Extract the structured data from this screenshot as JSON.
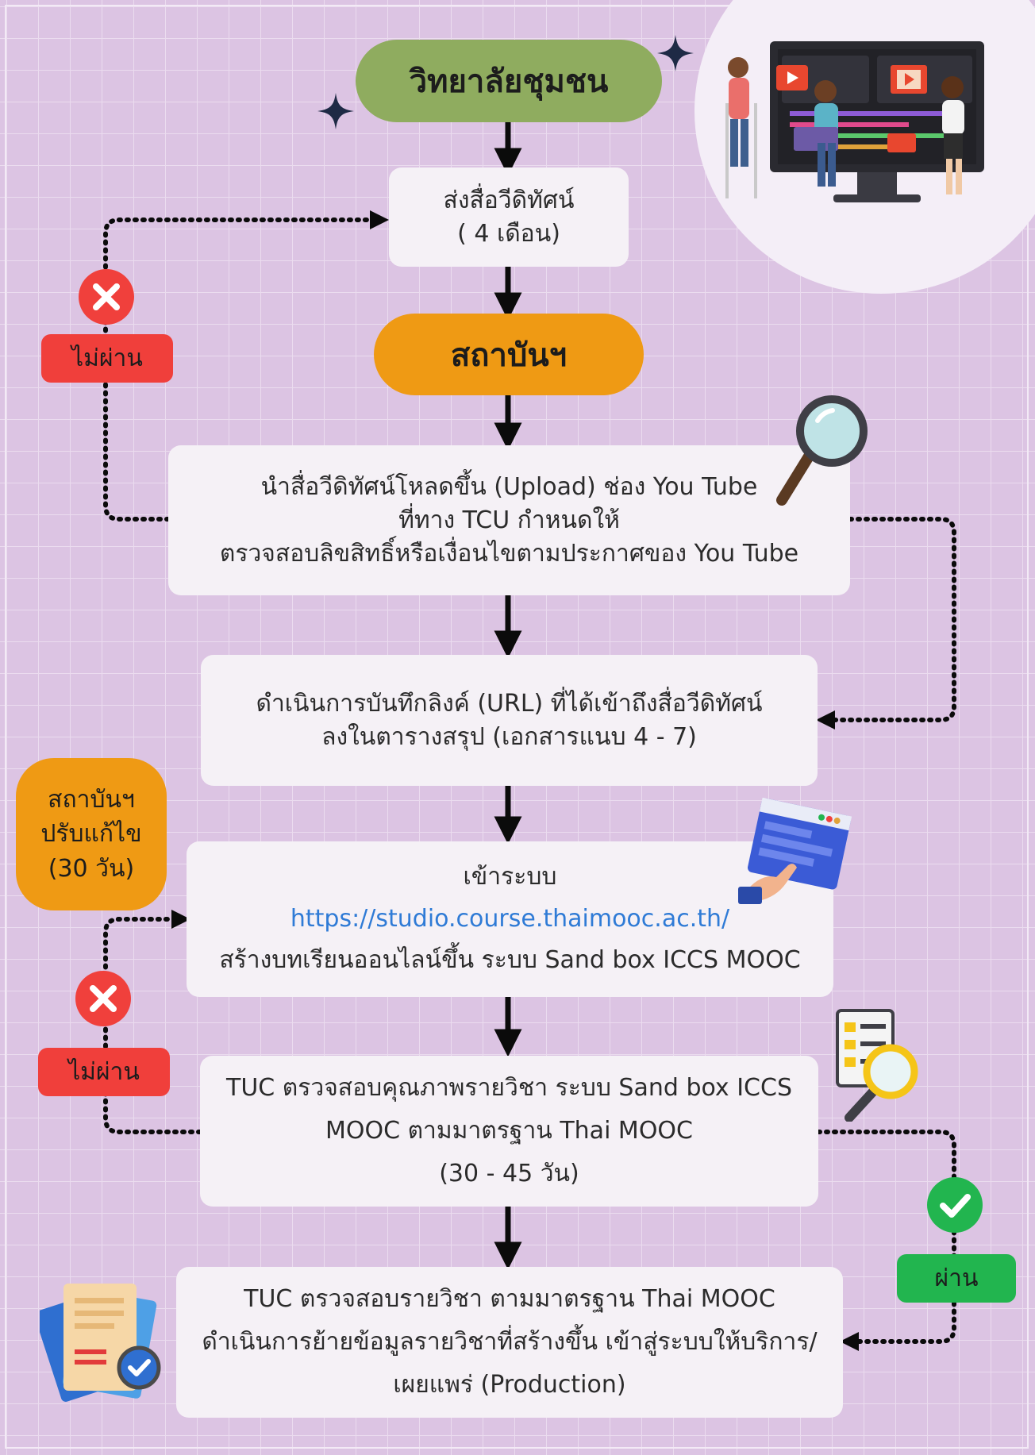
{
  "colors": {
    "background": "#dcc4e3",
    "green_pill": "#8fac5f",
    "orange_pill": "#ef9a14",
    "fail_tag": "#f03f3b",
    "pass_tag": "#22b54f",
    "box": "#f5f1f6",
    "link": "#2f7bd6"
  },
  "nodes": {
    "college": "วิทยาลัยชุมชน",
    "send_video": {
      "line1": "ส่งสื่อวีดิทัศน์",
      "line2": "( 4 เดือน)"
    },
    "institute": "สถาบันฯ",
    "upload": {
      "line1": "นำสื่อวีดิทัศน์โหลดขึ้น (Upload) ช่อง You Tube",
      "line2": "ที่ทาง TCU กำหนดให้",
      "line3": "ตรวจสอบลิขสิทธิ์หรือเงื่อนไขตามประกาศของ You Tube"
    },
    "record_url": {
      "line1": "ดำเนินการบันทึกลิงค์ (URL) ที่ได้เข้าถึงสื่อวีดิทัศน์",
      "line2": "ลงในตารางสรุป (เอกสารแนบ 4 - 7)"
    },
    "login": {
      "line1": "เข้าระบบ",
      "link": "https://studio.course.thaimooc.ac.th/",
      "line3": "สร้างบทเรียนออนไลน์ขึ้น ระบบ Sand box ICCS MOOC"
    },
    "quality_check": {
      "line1": "TUC ตรวจสอบคุณภาพรายวิชา ระบบ Sand box ICCS",
      "line2": "MOOC ตามมาตรฐาน Thai MOOC",
      "line3": "(30 - 45 วัน)"
    },
    "production": {
      "line1": "TUC ตรวจสอบรายวิชา ตามมาตรฐาน Thai MOOC",
      "line2": "ดำเนินการย้ายข้อมูลรายวิชาที่สร้างขึ้น เข้าสู่ระบบให้บริการ/",
      "line3": "เผยแพร่ (Production)"
    },
    "institute_fix": {
      "line1": "สถาบันฯ",
      "line2": "ปรับแก้ไข",
      "line3": "(30 วัน)"
    }
  },
  "tags": {
    "fail_1": "ไม่ผ่าน",
    "fail_2": "ไม่ผ่าน",
    "pass": "ผ่าน"
  },
  "icons": [
    "video-editing-illustration-icon",
    "magnifier-icon",
    "web-login-icon",
    "document-search-icon",
    "approved-document-icon",
    "sparkle-icon",
    "fail-x-icon",
    "pass-check-icon"
  ]
}
